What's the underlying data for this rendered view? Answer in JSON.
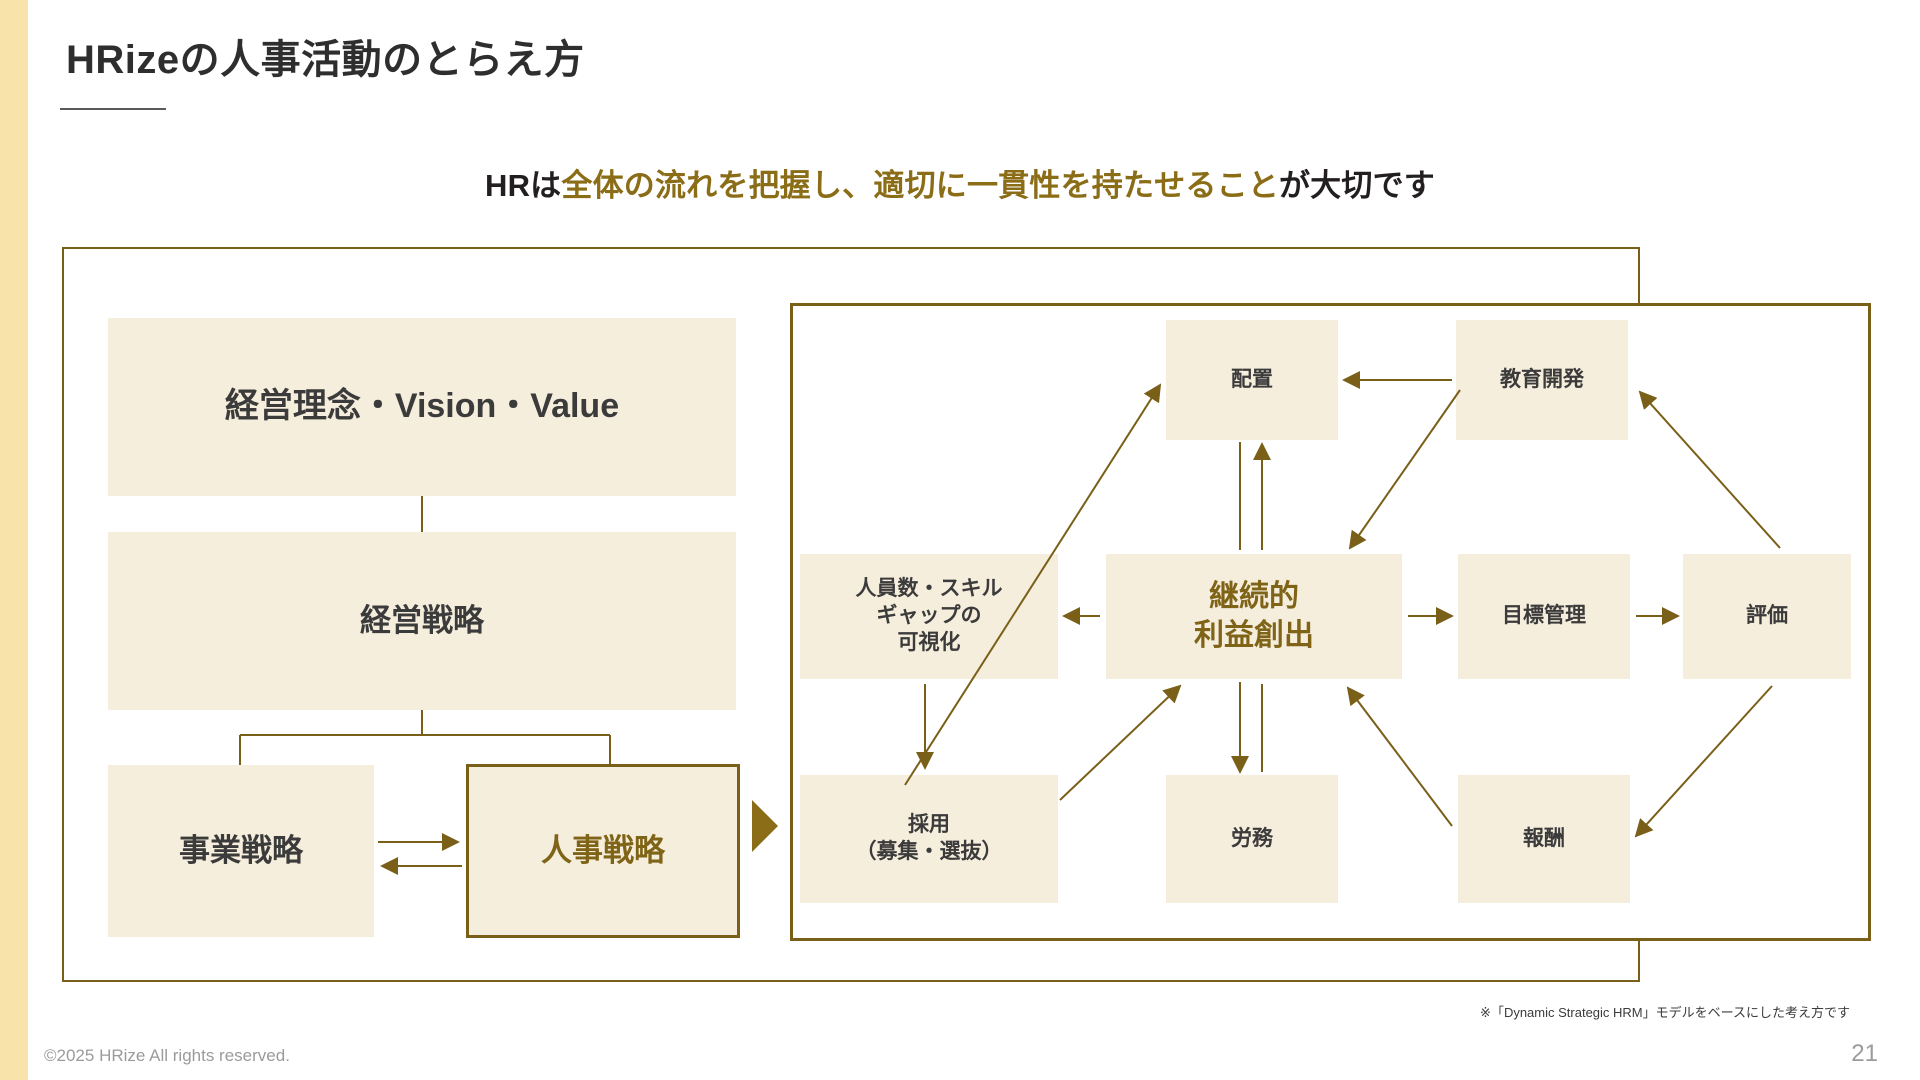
{
  "slide": {
    "title": "HRizeの人事活動のとらえ方",
    "subtitle": {
      "lead": "HRは",
      "highlight": "全体の流れを把握し、適切に一貫性を持たせること",
      "tail": "が大切です"
    },
    "footnote": "※「Dynamic Strategic HRM」モデルをベースにした考え方です",
    "copyright": "©2025 HRize All rights reserved.",
    "page_number": "21"
  },
  "colors": {
    "accent_bar": "#f8e3ab",
    "gold": "#8a6d16",
    "gold_dark": "#7a5f18",
    "box_fill": "#f6eedd",
    "text_dark": "#3b3b3b",
    "muted": "#9b9b9b"
  },
  "strategy_column": {
    "philosophy": "経営理念・Vision・Value",
    "corporate_strategy": "経営戦略",
    "business_strategy": "事業戦略",
    "hr_strategy": "人事戦略"
  },
  "hr_cycle": {
    "placement": "配置",
    "training": "教育開発",
    "gap_visualization": "人員数・スキル\nギャップの\n可視化",
    "gap_visualization_lines": [
      "人員数・スキル",
      "ギャップの",
      "可視化"
    ],
    "continuous_profit": "継続的\n利益創出",
    "continuous_profit_lines": [
      "継続的",
      "利益創出"
    ],
    "goal_management": "目標管理",
    "evaluation": "評価",
    "recruitment_lines": [
      "採用",
      "（募集・選抜）"
    ],
    "labor": "労務",
    "reward": "報酬"
  },
  "chart_data": {
    "type": "diagram",
    "title": "HRizeの人事活動のとらえ方",
    "nodes": [
      {
        "id": "philosophy",
        "label": "経営理念・Vision・Value",
        "group": "strategy"
      },
      {
        "id": "corporate_strategy",
        "label": "経営戦略",
        "group": "strategy"
      },
      {
        "id": "business_strategy",
        "label": "事業戦略",
        "group": "strategy"
      },
      {
        "id": "hr_strategy",
        "label": "人事戦略",
        "group": "strategy",
        "emphasis": true
      },
      {
        "id": "placement",
        "label": "配置",
        "group": "hr_cycle"
      },
      {
        "id": "training",
        "label": "教育開発",
        "group": "hr_cycle"
      },
      {
        "id": "gap",
        "label": "人員数・スキルギャップの可視化",
        "group": "hr_cycle"
      },
      {
        "id": "profit",
        "label": "継続的利益創出",
        "group": "hr_cycle",
        "emphasis": true
      },
      {
        "id": "goal",
        "label": "目標管理",
        "group": "hr_cycle"
      },
      {
        "id": "evaluation",
        "label": "評価",
        "group": "hr_cycle"
      },
      {
        "id": "recruit",
        "label": "採用（募集・選抜）",
        "group": "hr_cycle"
      },
      {
        "id": "labor",
        "label": "労務",
        "group": "hr_cycle"
      },
      {
        "id": "reward",
        "label": "報酬",
        "group": "hr_cycle"
      }
    ],
    "edges": [
      {
        "from": "philosophy",
        "to": "corporate_strategy",
        "type": "line"
      },
      {
        "from": "corporate_strategy",
        "to": "business_strategy",
        "type": "line"
      },
      {
        "from": "corporate_strategy",
        "to": "hr_strategy",
        "type": "line"
      },
      {
        "from": "business_strategy",
        "to": "hr_strategy",
        "type": "bidirectional"
      },
      {
        "from": "hr_strategy",
        "to": "hr_cycle",
        "type": "chevron"
      },
      {
        "from": "recruit",
        "to": "placement",
        "type": "arrow"
      },
      {
        "from": "training",
        "to": "placement",
        "type": "arrow"
      },
      {
        "from": "placement",
        "to": "profit",
        "type": "bidirectional"
      },
      {
        "from": "training",
        "to": "profit",
        "type": "arrow"
      },
      {
        "from": "profit",
        "to": "gap",
        "type": "arrow"
      },
      {
        "from": "gap",
        "to": "recruit",
        "type": "arrow"
      },
      {
        "from": "recruit",
        "to": "profit",
        "type": "arrow"
      },
      {
        "from": "profit",
        "to": "labor",
        "type": "bidirectional"
      },
      {
        "from": "profit",
        "to": "goal",
        "type": "arrow"
      },
      {
        "from": "goal",
        "to": "evaluation",
        "type": "arrow"
      },
      {
        "from": "evaluation",
        "to": "training",
        "type": "arrow"
      },
      {
        "from": "evaluation",
        "to": "reward",
        "type": "arrow"
      },
      {
        "from": "reward",
        "to": "profit",
        "type": "arrow"
      }
    ]
  }
}
